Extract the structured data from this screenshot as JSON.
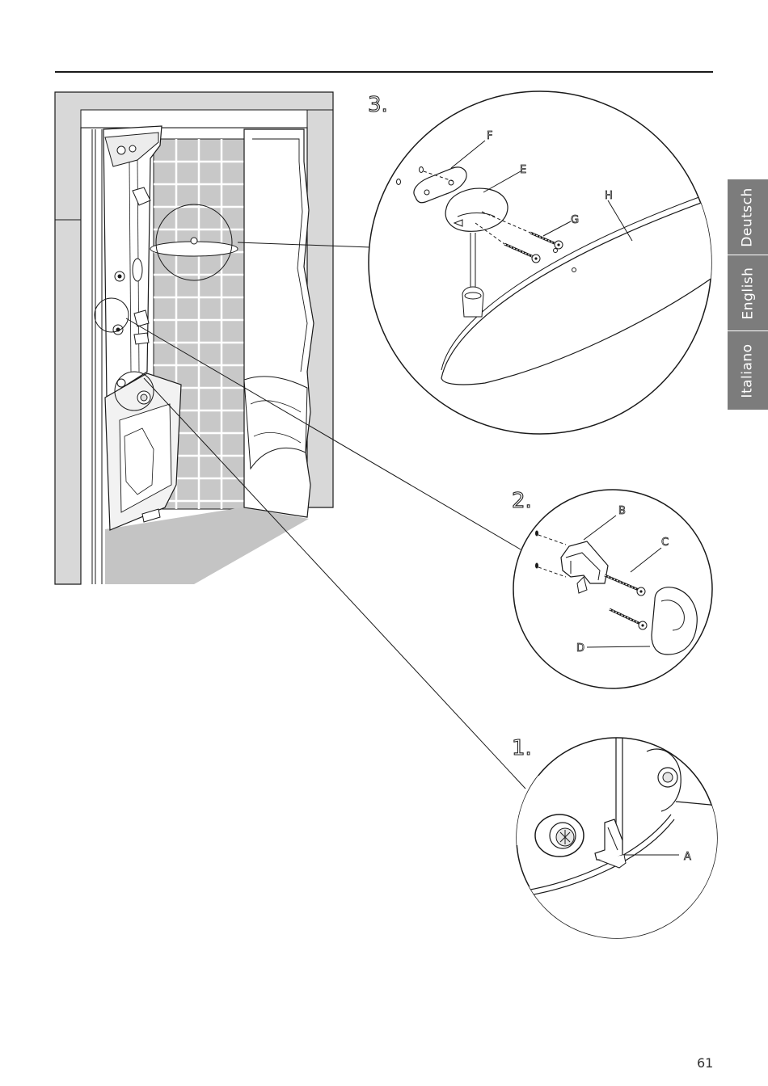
{
  "steps": [
    {
      "number": "3.",
      "callouts": [
        "F",
        "E",
        "G",
        "H"
      ]
    },
    {
      "number": "2.",
      "callouts": [
        "B",
        "C",
        "D"
      ]
    },
    {
      "number": "1.",
      "callouts": [
        "A"
      ]
    }
  ],
  "language_tabs": [
    "Deutsch",
    "English",
    "Italiano"
  ],
  "page_number": "61",
  "colors": {
    "tab_background": "#7c7c7c",
    "wall_gray": "#d8d8d8",
    "floor_gray": "#c4c4c4",
    "line": "#1a1a1a"
  }
}
